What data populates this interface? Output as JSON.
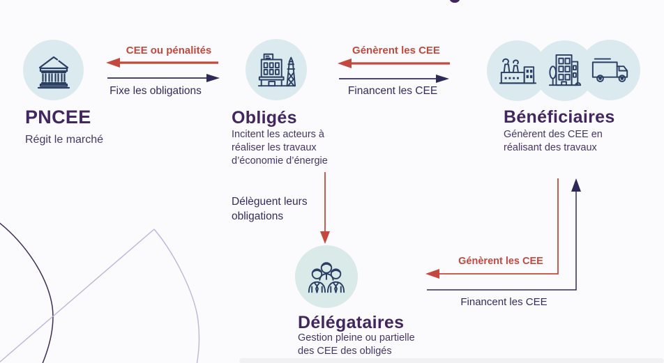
{
  "colors": {
    "background": "#fbfbfd",
    "accent_red": "#c3483e",
    "accent_navy": "#2e2a58",
    "title_purple": "#41265f",
    "body_purple": "#443666",
    "circle_fill": "#dbeaee",
    "icon_stroke": "#2a3e62",
    "decor_lavender": "#b9b6da",
    "decor_dark_purple": "#3c2c59"
  },
  "entities": {
    "pncee": {
      "title": "PNCEE",
      "subtitle": "Régit le marché",
      "icon": "bank-icon"
    },
    "obliges": {
      "title": "Obligés",
      "subtitle_lines": [
        "Incitent les acteurs à",
        "réaliser les travaux",
        "d’économie d’énergie"
      ],
      "icon": "building-pylon-icon"
    },
    "beneficiaires": {
      "title": "Bénéficiaires",
      "subtitle_lines": [
        "Génèrent des CEE en",
        "réalisant des travaux"
      ],
      "icons": [
        "factory-icon",
        "apartment-icon",
        "truck-icon"
      ]
    },
    "delegataires": {
      "title": "Délégataires",
      "subtitle_lines": [
        "Gestion pleine ou partielle",
        "des CEE des obligés"
      ],
      "icon": "team-icon"
    }
  },
  "labels": {
    "cee_ou_penalites": "CEE ou pénalités",
    "fixe_les_obligations": "Fixe les obligations",
    "generent_les_cee_top": "Génèrent les CEE",
    "financent_les_cee_top": "Financent les CEE",
    "deleguent_line1": "Délèguent leurs",
    "deleguent_line2": "obligations",
    "generent_les_cee_bottom": "Génèrent les CEE",
    "financent_les_cee_bottom": "Financent les CEE"
  }
}
